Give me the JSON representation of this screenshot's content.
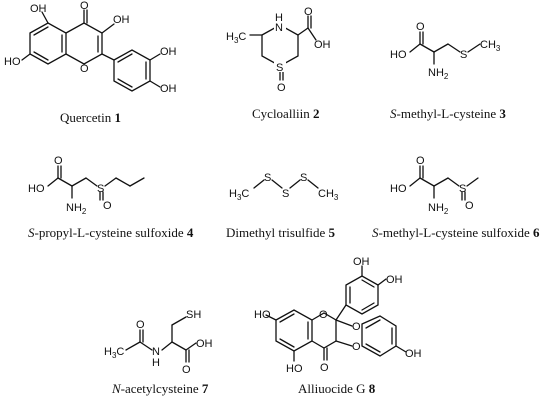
{
  "compounds": [
    {
      "name": "Quercetin",
      "number": "1"
    },
    {
      "name": "Cycloalliin",
      "number": "2"
    },
    {
      "name_italic": "S",
      "name": "-methyl-L-cysteine",
      "number": "3"
    },
    {
      "name_italic": "S",
      "name": "-propyl-L-cysteine sulfoxide",
      "number": "4"
    },
    {
      "name": "Dimethyl trisulfide",
      "number": "5"
    },
    {
      "name_italic": "S",
      "name": "-methyl-L-cysteine sulfoxide",
      "number": "6"
    },
    {
      "name_italic": "N",
      "name": "-acetylcysteine",
      "number": "7"
    },
    {
      "name": "Alliuocide G",
      "number": "8"
    }
  ],
  "atom_labels": {
    "O": "O",
    "OH": "OH",
    "HO": "HO",
    "S": "S",
    "N": "N",
    "H": "H",
    "HN": "H",
    "NH2": "NH",
    "two": "2",
    "H3C": "H",
    "three": "3",
    "C": "C",
    "CH3": "CH",
    "SH": "SH"
  }
}
